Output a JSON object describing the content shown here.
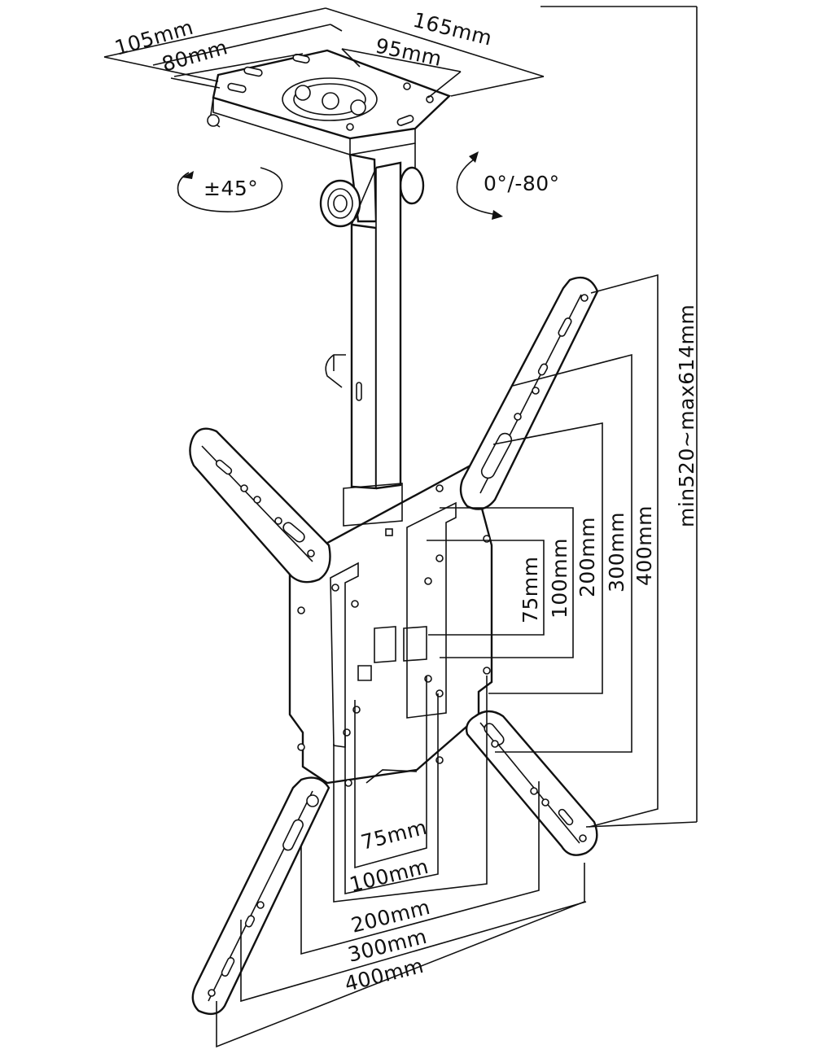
{
  "dimensions": {
    "plate_width_165": "165mm",
    "plate_inner_105": "105mm",
    "plate_inner_80": "80mm",
    "plate_holes_95": "95mm",
    "height_range": "min520~max614mm"
  },
  "rotation": {
    "swivel": "±45°",
    "tilt": "0°/-80°"
  },
  "vesa_horizontal": [
    "75mm",
    "100mm",
    "200mm",
    "300mm",
    "400mm"
  ],
  "vesa_vertical": [
    "75mm",
    "100mm",
    "200mm",
    "300mm",
    "400mm"
  ]
}
